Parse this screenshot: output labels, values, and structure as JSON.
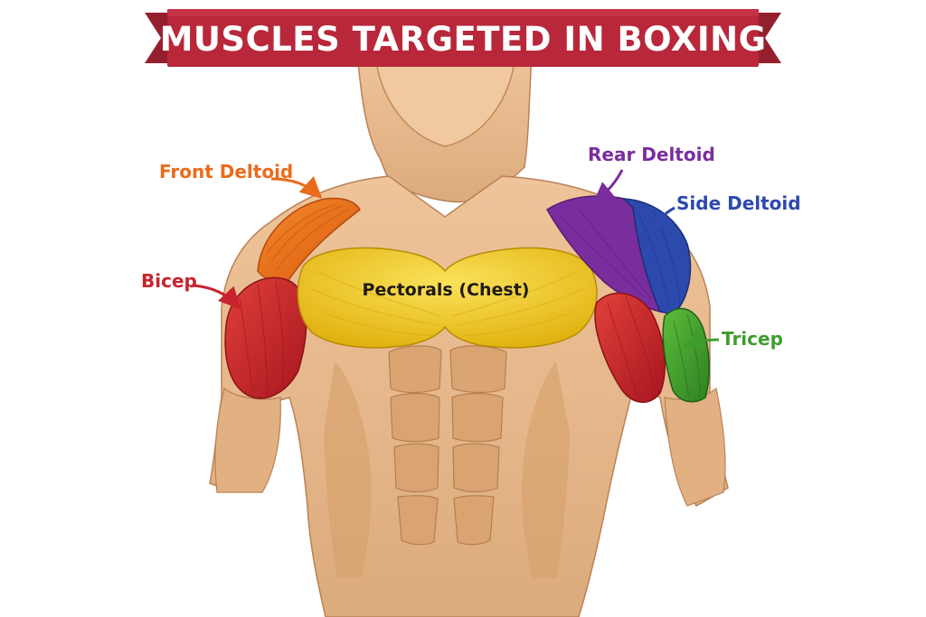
{
  "banner": {
    "title": "MUSCLES TARGETED IN BOXING",
    "color": "#b8273a"
  },
  "labels": {
    "front_deltoid": "Front Deltoid",
    "rear_deltoid": "Rear Deltoid",
    "side_deltoid": "Side Deltoid",
    "bicep": "Bicep",
    "pectorals": "Pectorals (Chest)",
    "tricep": "Tricep"
  },
  "colors": {
    "front_deltoid": "#ea6b1c",
    "rear_deltoid": "#7a2d9c",
    "side_deltoid": "#2c49ad",
    "bicep": "#c8232c",
    "pectorals": "#f0c91e",
    "tricep": "#3f9d2e",
    "skin": "#e7b88a",
    "skin_shadow": "#c98f5f"
  }
}
